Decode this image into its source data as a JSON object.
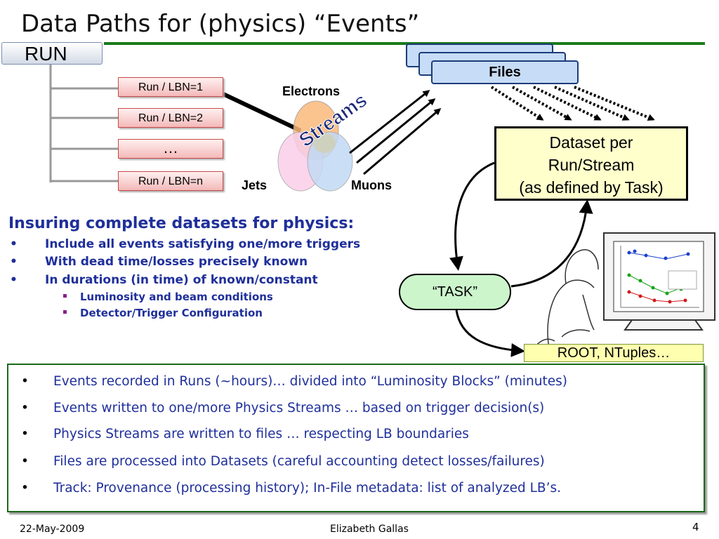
{
  "title": "Data Paths for (physics) “Events”",
  "run_label": "RUN",
  "lbn_boxes": [
    "Run / LBN=1",
    "Run / LBN=2",
    "…",
    "Run / LBN=n"
  ],
  "files_label": "Files",
  "streams_label": "Streams",
  "venn": {
    "electrons": "Electrons",
    "jets": "Jets",
    "muons": "Muons"
  },
  "dataset": {
    "line1": "Dataset per",
    "line2": "Run/Stream",
    "line3": "(as defined by Task)"
  },
  "task_label": "“TASK”",
  "root_label": "ROOT, NTuples…",
  "insure": {
    "heading": "Insuring complete datasets for physics:",
    "bullets": [
      "Include all events satisfying one/more triggers",
      "With dead time/losses precisely known",
      "In durations (in time) of known/constant"
    ],
    "subbullets": [
      "Luminosity and beam conditions",
      "Detector/Trigger Configuration"
    ]
  },
  "facts": [
    "Events recorded in Runs (~hours)… divided into “Luminosity Blocks” (minutes)",
    "Events written to one/more Physics Streams … based on trigger decision(s)",
    "Physics Streams are written to files … respecting LB boundaries",
    "Files are processed into Datasets (careful accounting detect losses/failures)",
    "Track: Provenance (processing history); In-File metadata: list of analyzed LB’s."
  ],
  "footer": {
    "date": "22-May-2009",
    "author": "Elizabeth Gallas",
    "page": "4"
  },
  "colors": {
    "title_rule": "#1a7a1a",
    "text_blue": "#1f2f9a",
    "lbn_border": "#c94a4a",
    "dataset_fill": "#ffffcc",
    "task_fill": "#ccf5cc",
    "files_fill": "#c7dcf6"
  }
}
